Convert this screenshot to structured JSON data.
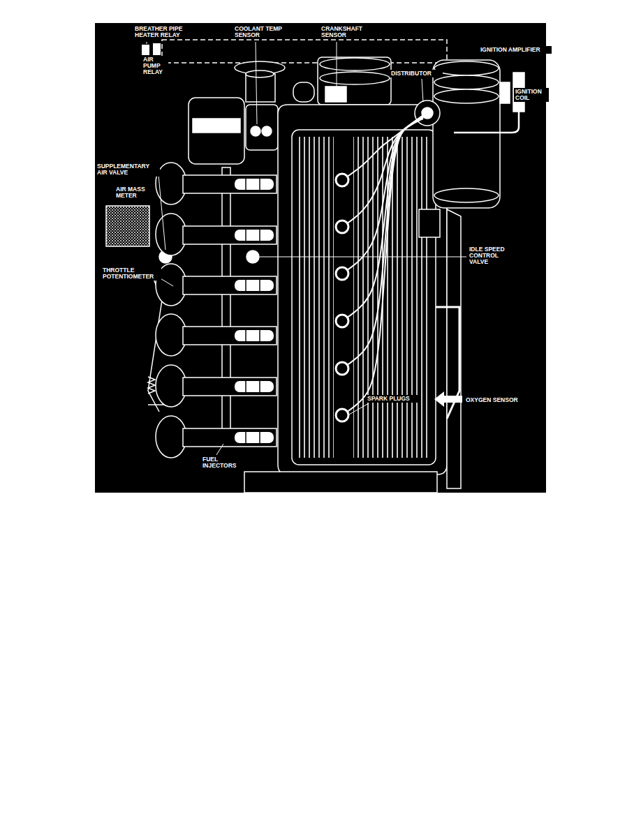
{
  "diagram": {
    "labels": [
      "BREATHER PIPE HEATER RELAY",
      "AIR PUMP RELAY",
      "COOLANT TEMP SENSOR",
      "CRANKSHAFT SENSOR",
      "DISTRIBUTOR",
      "IGNITION AMPLIFIER",
      "IGNITION COIL",
      "SUPPLEMENTARY AIR VALVE",
      "AIR MASS METER",
      "IDLE SPEED CONTROL VALVE",
      "THROTTLE POTENTIOMETER",
      "OXYGEN SENSOR",
      "SPARK PLUGS",
      "FUEL INJECTORS"
    ]
  }
}
